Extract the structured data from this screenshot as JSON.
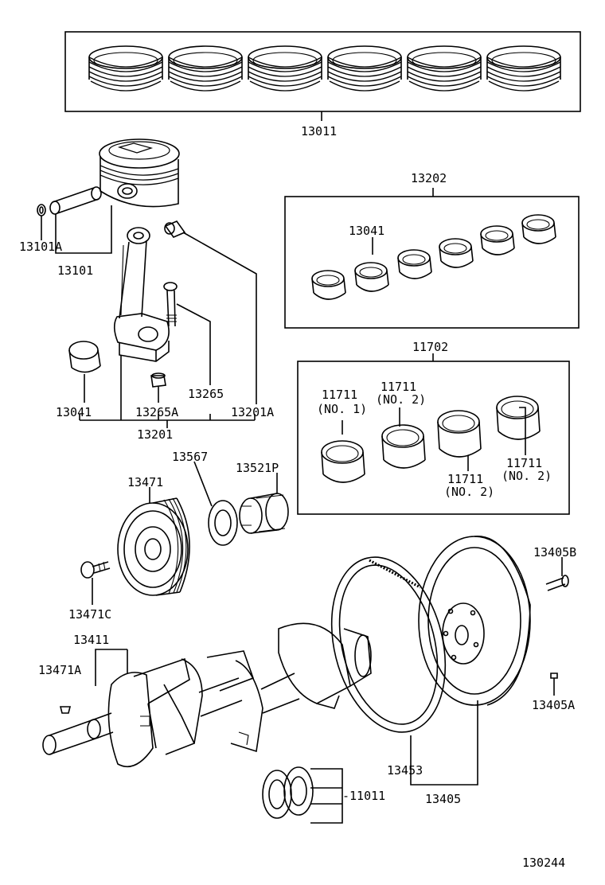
{
  "diagram": {
    "labels": {
      "p13011": "13011",
      "p13202": "13202",
      "p13041_top": "13041",
      "p13101A": "13101A",
      "p13101": "13101",
      "p13265": "13265",
      "p13041_left": "13041",
      "p13265A": "13265A",
      "p13201A": "13201A",
      "p13201": "13201",
      "p11702": "11702",
      "p11711_a": "11711",
      "p11711_a_sub": "(NO. 1)",
      "p11711_b": "11711",
      "p11711_b_sub": "(NO. 2)",
      "p11711_c": "11711",
      "p11711_c_sub": "(NO. 2)",
      "p11711_d": "11711",
      "p11711_d_sub": "(NO. 2)",
      "p13567": "13567",
      "p13521P": "13521P",
      "p13471": "13471",
      "p13405B": "13405B",
      "p13471C": "13471C",
      "p13411": "13411",
      "p13471A": "13471A",
      "p13405A": "13405A",
      "p13453": "13453",
      "p13405": "13405",
      "p11011": "-11011",
      "figure_code": "130244"
    }
  }
}
